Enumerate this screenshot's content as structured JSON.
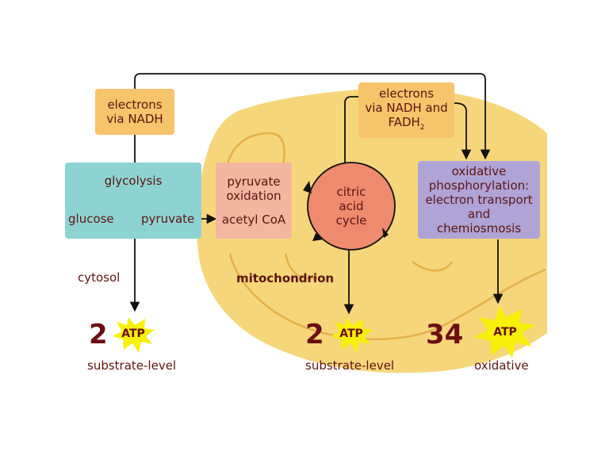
{
  "nodes": {
    "electrons_nadh": {
      "line1": "electrons",
      "line2": "via NADH"
    },
    "electrons_nadh_fadh": {
      "line1": "electrons",
      "line2": "via NADH and",
      "line3": "FADH",
      "sub": "2"
    },
    "glycolysis": {
      "title": "glycolysis",
      "glucose": "glucose",
      "pyruvate": "pyruvate"
    },
    "pyruvate_oxidation": {
      "line1": "pyruvate",
      "line2": "oxidation",
      "line3": "acetyl CoA"
    },
    "citric_acid_cycle": {
      "line1": "citric",
      "line2": "acid",
      "line3": "cycle"
    },
    "oxidative_phosphorylation": {
      "line1": "oxidative",
      "line2": "phosphorylation:",
      "line3": "electron transport",
      "line4": "and",
      "line5": "chemiosmosis"
    }
  },
  "labels": {
    "cytosol": "cytosol",
    "mitochondrion": "mitochondrion"
  },
  "yields": [
    {
      "count": "2",
      "atp": "ATP",
      "type": "substrate-level"
    },
    {
      "count": "2",
      "atp": "ATP",
      "type": "substrate-level"
    },
    {
      "count": "34",
      "atp": "ATP",
      "type": "oxidative"
    }
  ],
  "colors": {
    "mitochondrion_fill": "#f6d67a",
    "electron_box": "#f6c46a",
    "glycolysis_box": "#8ed3d3",
    "pyruvate_box": "#f3b6a0",
    "citric_circle": "#ee8a6e",
    "oxphos_box": "#b0a3d6",
    "atp_star": "#f7f00a",
    "text": "#5a1410"
  }
}
